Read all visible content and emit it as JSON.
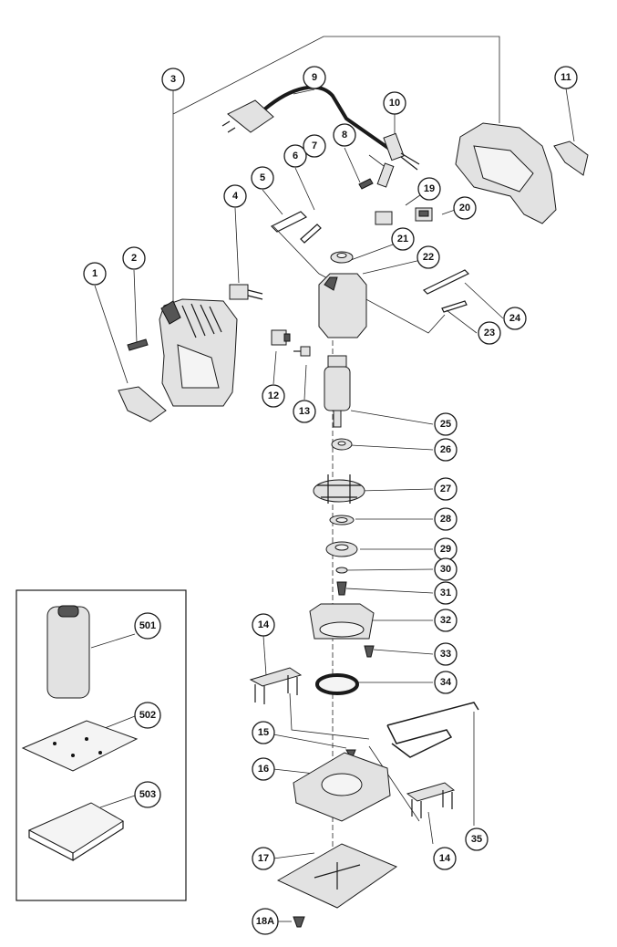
{
  "callouts": {
    "c1": "1",
    "c2": "2",
    "c3": "3",
    "c4": "4",
    "c5": "5",
    "c6": "6",
    "c7": "7",
    "c8": "8",
    "c9": "9",
    "c10": "10",
    "c11": "11",
    "c12": "12",
    "c13": "13",
    "c14a": "14",
    "c14b": "14",
    "c15": "15",
    "c16": "16",
    "c17": "17",
    "c18a": "18A",
    "c19": "19",
    "c20": "20",
    "c21": "21",
    "c22": "22",
    "c23": "23",
    "c24": "24",
    "c25": "25",
    "c26": "26",
    "c27": "27",
    "c28": "28",
    "c29": "29",
    "c30": "30",
    "c31": "31",
    "c32": "32",
    "c33": "33",
    "c34": "34",
    "c35": "35",
    "c501": "501",
    "c502": "502",
    "c503": "503"
  }
}
